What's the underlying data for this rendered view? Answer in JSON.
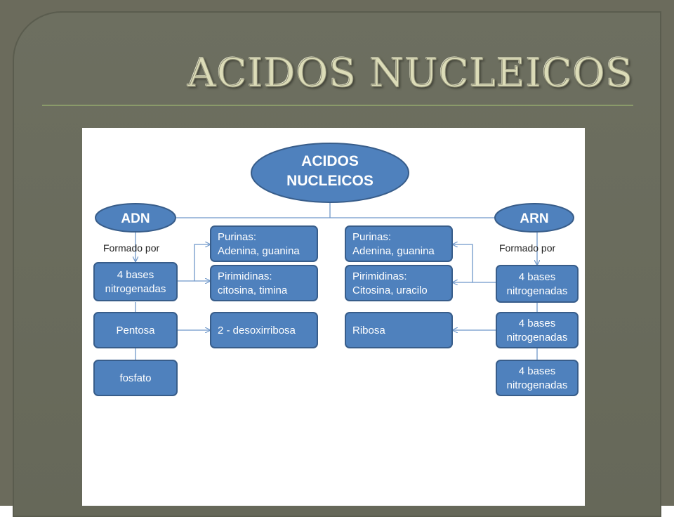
{
  "slide": {
    "title": "ACIDOS NUCLEICOS"
  },
  "diagram": {
    "root": {
      "line1": "ACIDOS",
      "line2": "NUCLEICOS"
    },
    "adn": {
      "label": "ADN",
      "formed_by": "Formado por",
      "bases": {
        "line1": "4 bases",
        "line2": "nitrogenadas"
      },
      "pentosa": "Pentosa",
      "fosfato": "fosfato",
      "purinas": {
        "line1": "Purinas:",
        "line2": "Adenina, guanina"
      },
      "pirimidinas": {
        "line1": "Pirimidinas:",
        "line2": "citosina, timina"
      },
      "sugar": "2 - desoxirribosa"
    },
    "arn": {
      "label": "ARN",
      "formed_by": "Formado por",
      "bases1": {
        "line1": "4 bases",
        "line2": "nitrogenadas"
      },
      "bases2": {
        "line1": "4 bases",
        "line2": "nitrogenadas"
      },
      "bases3": {
        "line1": "4 bases",
        "line2": "nitrogenadas"
      },
      "purinas": {
        "line1": "Purinas:",
        "line2": "Adenina, guanina"
      },
      "pirimidinas": {
        "line1": "Pirimidinas:",
        "line2": "Citosina, uracilo"
      },
      "sugar": "Ribosa"
    },
    "colors": {
      "node_fill": "#4f81bd",
      "node_stroke": "#385d8a",
      "connector": "#6f97c9"
    }
  }
}
